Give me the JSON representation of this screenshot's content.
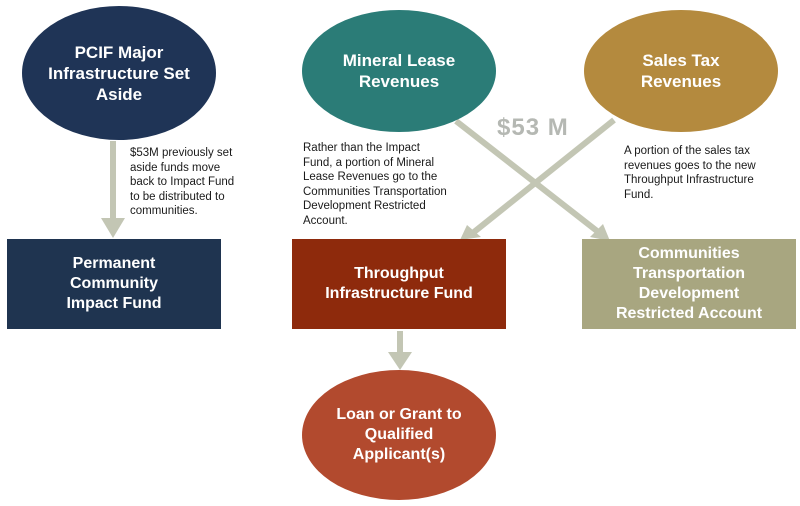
{
  "nodes": {
    "pcif": "PCIF Major\nInfrastructure Set\nAside",
    "mineral": "Mineral Lease\nRevenues",
    "sales": "Sales Tax\nRevenues",
    "permanent": "Permanent\nCommunity\nImpact Fund",
    "throughput": "Throughput\nInfrastructure Fund",
    "communities": "Communities\nTransportation\nDevelopment\nRestricted Account",
    "loan": "Loan or Grant to\nQualified\nApplicant(s)"
  },
  "notes": {
    "pcif": "$53M previously set\naside funds move\nback to Impact Fund\nto be distributed to\ncommunities.",
    "mineral": "Rather than the Impact\nFund, a portion of Mineral\nLease Revenues go to the\nCommunities Transportation\nDevelopment Restricted\nAccount.",
    "sales": "A portion of the sales tax\nrevenues goes to the new\nThroughput Infrastructure\nFund."
  },
  "amount_label": "$53 M",
  "colors": {
    "navy": "#1f3456",
    "teal": "#2b7c77",
    "gold": "#b48a3e",
    "rust": "#8e2a0c",
    "khaki": "#a8a680",
    "orange_red": "#b24a2e",
    "arrow": "#c3c6b4"
  }
}
